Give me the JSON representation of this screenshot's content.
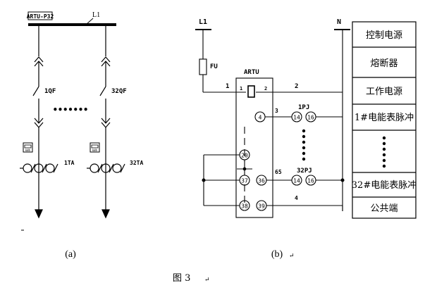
{
  "figure": {
    "caption": "图 3",
    "return_mark": "↵"
  },
  "panel_a": {
    "bus_label": "ARTU-P32",
    "line_label": "L1",
    "breaker_1": "1QF",
    "breaker_2": "32QF",
    "ct_1": "1TA",
    "ct_2": "32TA",
    "meter_icon_label": "kWh",
    "ellipsis": "•••••••",
    "sublabel": "(a)"
  },
  "panel_b": {
    "L1": "L1",
    "N": "N",
    "fuse": "FU",
    "device": "ARTU",
    "wire_1": "1",
    "wire_2": "2",
    "term_1": "1",
    "term_2": "2",
    "wire_3": "3",
    "wire_65": "65",
    "wire_4": "4",
    "pj_1": "1PJ",
    "pj_32": "32PJ",
    "t4": "4",
    "t14a": "14",
    "t16a": "16",
    "t20": "20",
    "t37": "37",
    "t36": "36",
    "t14b": "14",
    "t16b": "16",
    "t38": "38",
    "t39": "39",
    "sublabel": "(b)"
  },
  "legend": {
    "rows": [
      "控制电源",
      "熔断器",
      "工作电源",
      "1#电能表脉冲",
      "",
      "32#电能表脉冲",
      "公共端"
    ]
  }
}
